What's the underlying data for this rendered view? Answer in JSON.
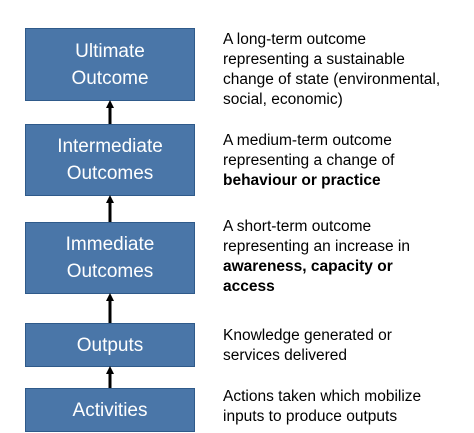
{
  "levels": [
    {
      "title": [
        "Ultimate",
        "Outcome"
      ],
      "description": [
        {
          "text": "A long-term outcome",
          "bold": false
        },
        {
          "text": "representing a sustainable",
          "bold": false
        },
        {
          "text": "change of state (environmental,",
          "bold": false
        },
        {
          "text": "social, economic)",
          "bold": false
        }
      ]
    },
    {
      "title": [
        "Intermediate",
        "Outcomes"
      ],
      "description": [
        {
          "text": "A medium-term outcome",
          "bold": false
        },
        {
          "text": "representing a change of",
          "bold": false
        },
        {
          "text": "behaviour or practice",
          "bold": true
        }
      ]
    },
    {
      "title": [
        "Immediate",
        "Outcomes"
      ],
      "description": [
        {
          "text": "A short-term outcome",
          "bold": false
        },
        {
          "text": "representing  an increase in",
          "bold": false
        },
        {
          "text": "awareness, capacity or",
          "bold": true
        },
        {
          "text": "access",
          "bold": true
        }
      ]
    },
    {
      "title": [
        "Outputs"
      ],
      "description": [
        {
          "text": "Knowledge generated or",
          "bold": false
        },
        {
          "text": "services delivered",
          "bold": false
        }
      ]
    },
    {
      "title": [
        "Activities"
      ],
      "description": [
        {
          "text": "Actions taken which mobilize",
          "bold": false
        },
        {
          "text": "inputs to produce outputs",
          "bold": false
        }
      ]
    }
  ],
  "colors": {
    "box_fill": "#4a76a8",
    "box_border": "#2f5a8a",
    "box_text": "#ffffff",
    "arrow": "#000000"
  }
}
